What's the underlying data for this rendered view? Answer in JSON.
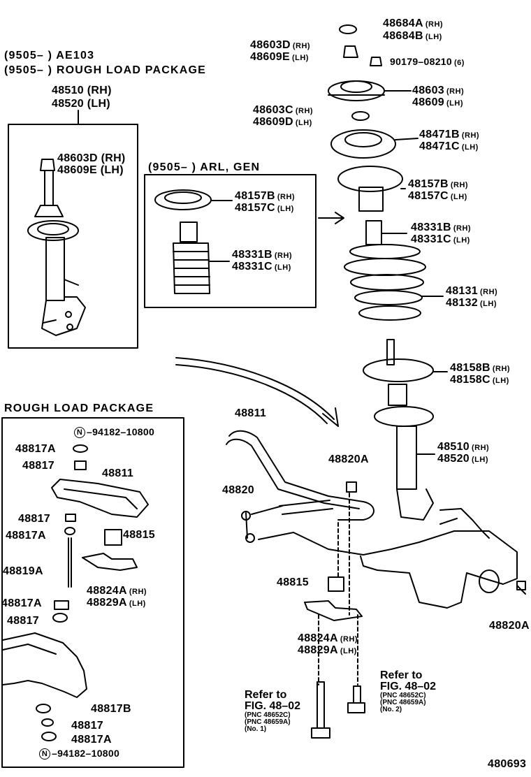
{
  "header": {
    "line1": "(9505–      ) AE103",
    "line2": "(9505–      ) ROUGH  LOAD  PACKAGE"
  },
  "assembly_box": {
    "pn_rh": "48510 (RH)",
    "pn_lh": "48520 (LH)",
    "nut_rh": "48603D (RH)",
    "nut_lh": "48609E (LH)"
  },
  "arl_box": {
    "title": "(9505–        ) ARL, GEN",
    "seat_rh": "48157B",
    "seat_lh": "48157C",
    "bump_rh": "48331B",
    "bump_lh": "48331C",
    "rh": "(RH)",
    "lh": "(LH)"
  },
  "right_parts": {
    "cap_rh": "48684A",
    "cap_lh": "48684B",
    "nut_rh": "48603D",
    "nut_lh": "48609E",
    "bolt": "90179–08210",
    "bolt_qty": "(6)",
    "support_rh": "48603",
    "support_lh": "48609",
    "bearing_rh": "48603C",
    "bearing_lh": "48609D",
    "upperseat_rh": "48471B",
    "upperseat_lh": "48471C",
    "insulator_rh": "48157B",
    "insulator_lh": "48157C",
    "bumper_rh": "48331B",
    "bumper_lh": "48331C",
    "spring_rh": "48131",
    "spring_lh": "48132",
    "lowerseat_rh": "48158B",
    "lowerseat_lh": "48158C",
    "strut_rh": "48510",
    "strut_lh": "48520",
    "rh": "(RH)",
    "lh": "(LH)"
  },
  "stabilizer": {
    "bar": "48811",
    "link": "48820",
    "link_a": "48820A",
    "bushing": "48815",
    "bracket_rh": "48824A",
    "bracket_lh": "48829A",
    "nut_right": "48820A",
    "rh": "(RH)",
    "lh": "(LH)"
  },
  "refs": {
    "left": {
      "t1": "Refer to",
      "t2": "FIG. 48–02",
      "t3": "(PNC 48652C)",
      "t4": "(PNC 48659A)",
      "t5": "(No. 1)"
    },
    "right": {
      "t1": "Refer to",
      "t2": "FIG. 48–02",
      "t3": "(PNC 48652C)",
      "t4": "(PNC 48659A)",
      "t5": "(No. 2)"
    }
  },
  "rough_box": {
    "title": "ROUGH  LOAD  PACKAGE",
    "n_top": "–94182–10800",
    "p1": "48817A",
    "p2": "48817",
    "bar": "48811",
    "p3": "48817",
    "p4": "48817A",
    "bush": "48815",
    "bolt": "48819A",
    "br_rh": "48824A",
    "br_lh": "48829A",
    "p5": "48817A",
    "p6": "48817",
    "p7": "48817B",
    "p8": "48817",
    "p9": "48817A",
    "n_bot": "–94182–10800",
    "circle_n": "N",
    "rh": "(RH)",
    "lh": "(LH)"
  },
  "fig_id": "480693"
}
